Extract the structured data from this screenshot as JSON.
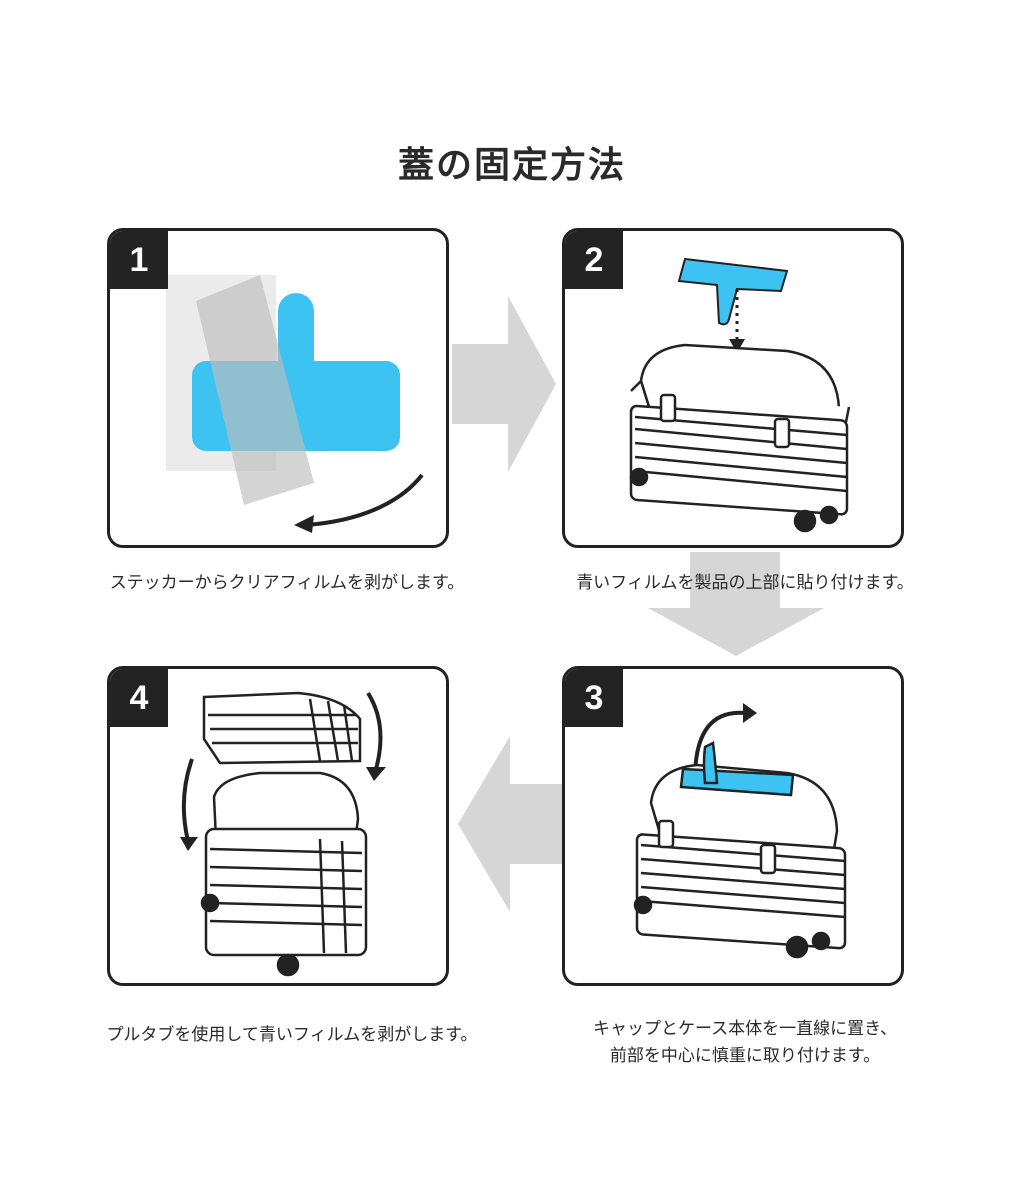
{
  "title": "蓋の固定方法",
  "steps": [
    {
      "number": "1",
      "caption": "ステッカーからクリアフィルムを剥がします。"
    },
    {
      "number": "2",
      "caption": "青いフィルムを製品の上部に貼り付けます。"
    },
    {
      "number": "3",
      "caption_line1": "キャップとケース本体を一直線に置き、",
      "caption_line2": "前部を中心に慎重に取り付けます。"
    },
    {
      "number": "4",
      "caption": "プルタブを使用して青いフィルムを剥がします。"
    }
  ],
  "colors": {
    "sticker_blue": "#3cc3f1",
    "badge_dark": "#232323",
    "flow_arrow_gray": "#d6d6d6",
    "film_gray": "#c8c8c8"
  },
  "icons": [
    "flow-arrow-right",
    "flow-arrow-down",
    "flow-arrow-left",
    "curved-arrow-icon",
    "dotted-arrow-icon",
    "rotate-arrow-icon"
  ]
}
